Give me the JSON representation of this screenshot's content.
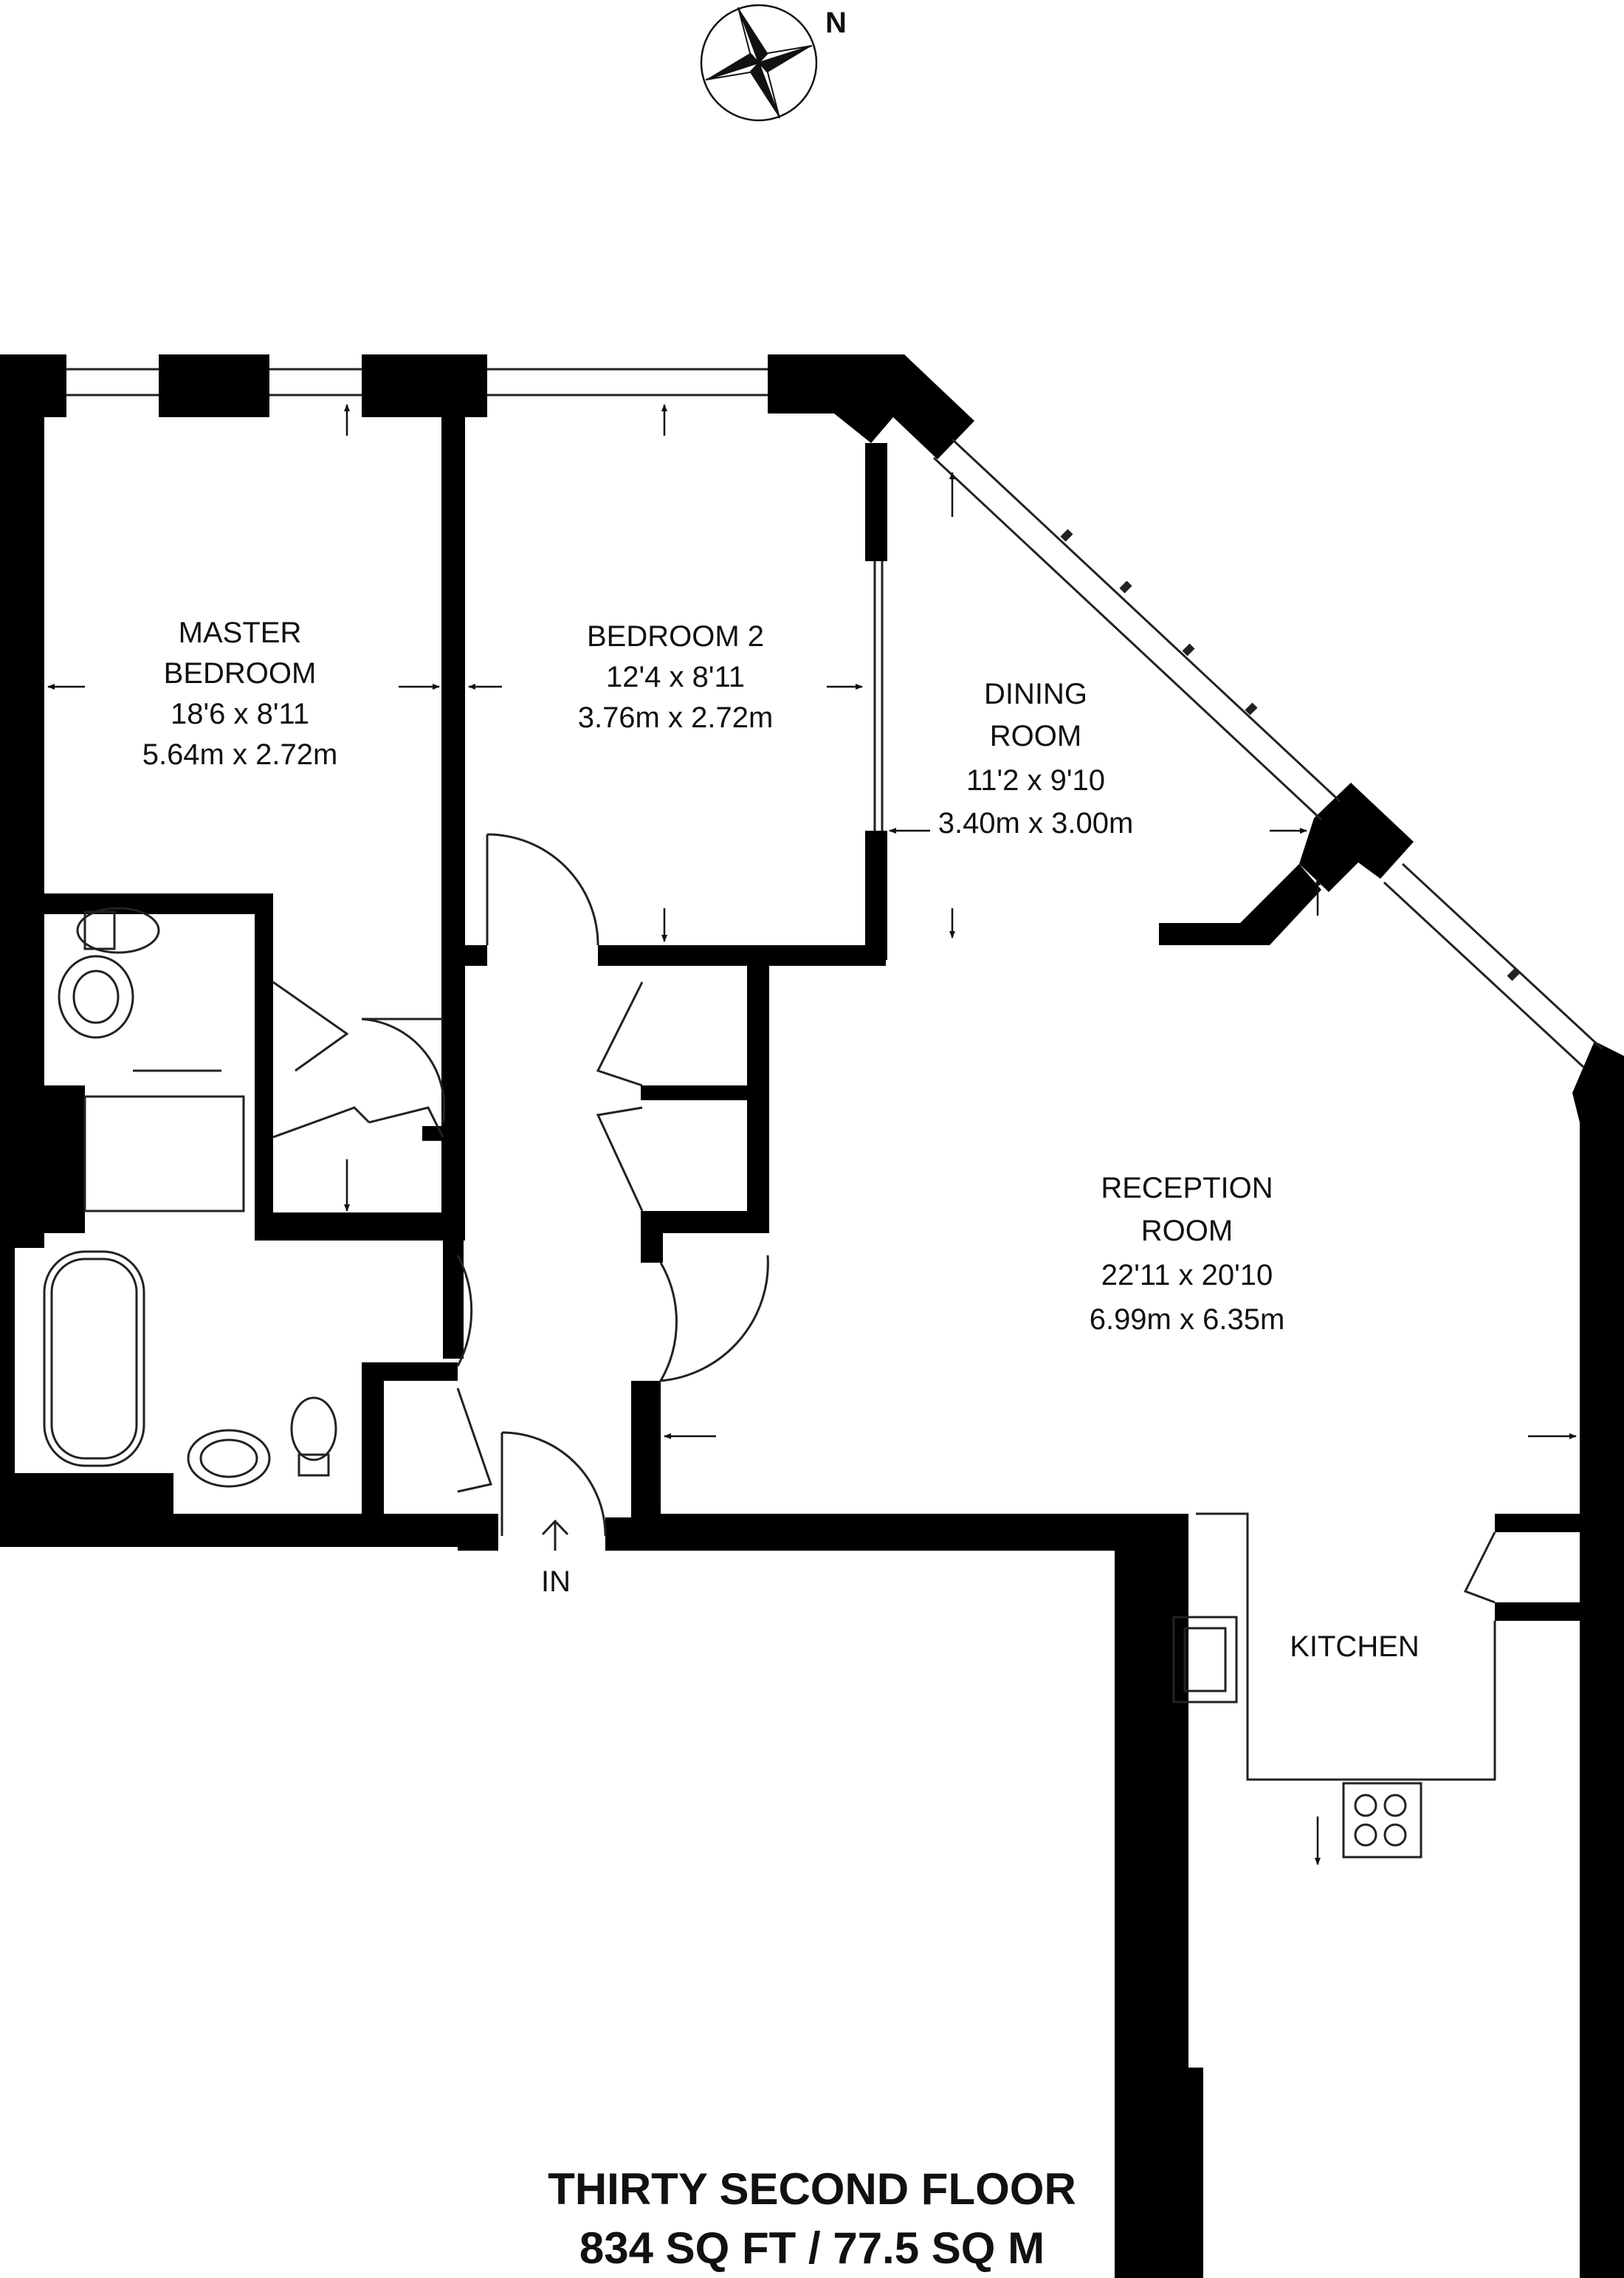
{
  "compass": {
    "north_label": "N",
    "icon": "north-compass-icon"
  },
  "rooms": {
    "master_bedroom": {
      "name_line1": "MASTER",
      "name_line2": "BEDROOM",
      "imperial": "18'6 x 8'11",
      "metric": "5.64m x 2.72m"
    },
    "bedroom_2": {
      "name": "BEDROOM 2",
      "imperial": "12'4 x 8'11",
      "metric": "3.76m x 2.72m"
    },
    "dining_room": {
      "name_line1": "DINING",
      "name_line2": "ROOM",
      "imperial": "11'2 x 9'10",
      "metric": "3.40m x 3.00m"
    },
    "reception_room": {
      "name_line1": "RECEPTION",
      "name_line2": "ROOM",
      "imperial": "22'11 x 20'10",
      "metric": "6.99m x 6.35m"
    },
    "kitchen": {
      "name": "KITCHEN"
    }
  },
  "entrance": {
    "label": "IN"
  },
  "footer": {
    "floor": "THIRTY SECOND FLOOR",
    "area": "834 SQ FT / 77.5 SQ M"
  },
  "colors": {
    "wall": "#000000",
    "line": "#222222",
    "background": "#ffffff"
  }
}
